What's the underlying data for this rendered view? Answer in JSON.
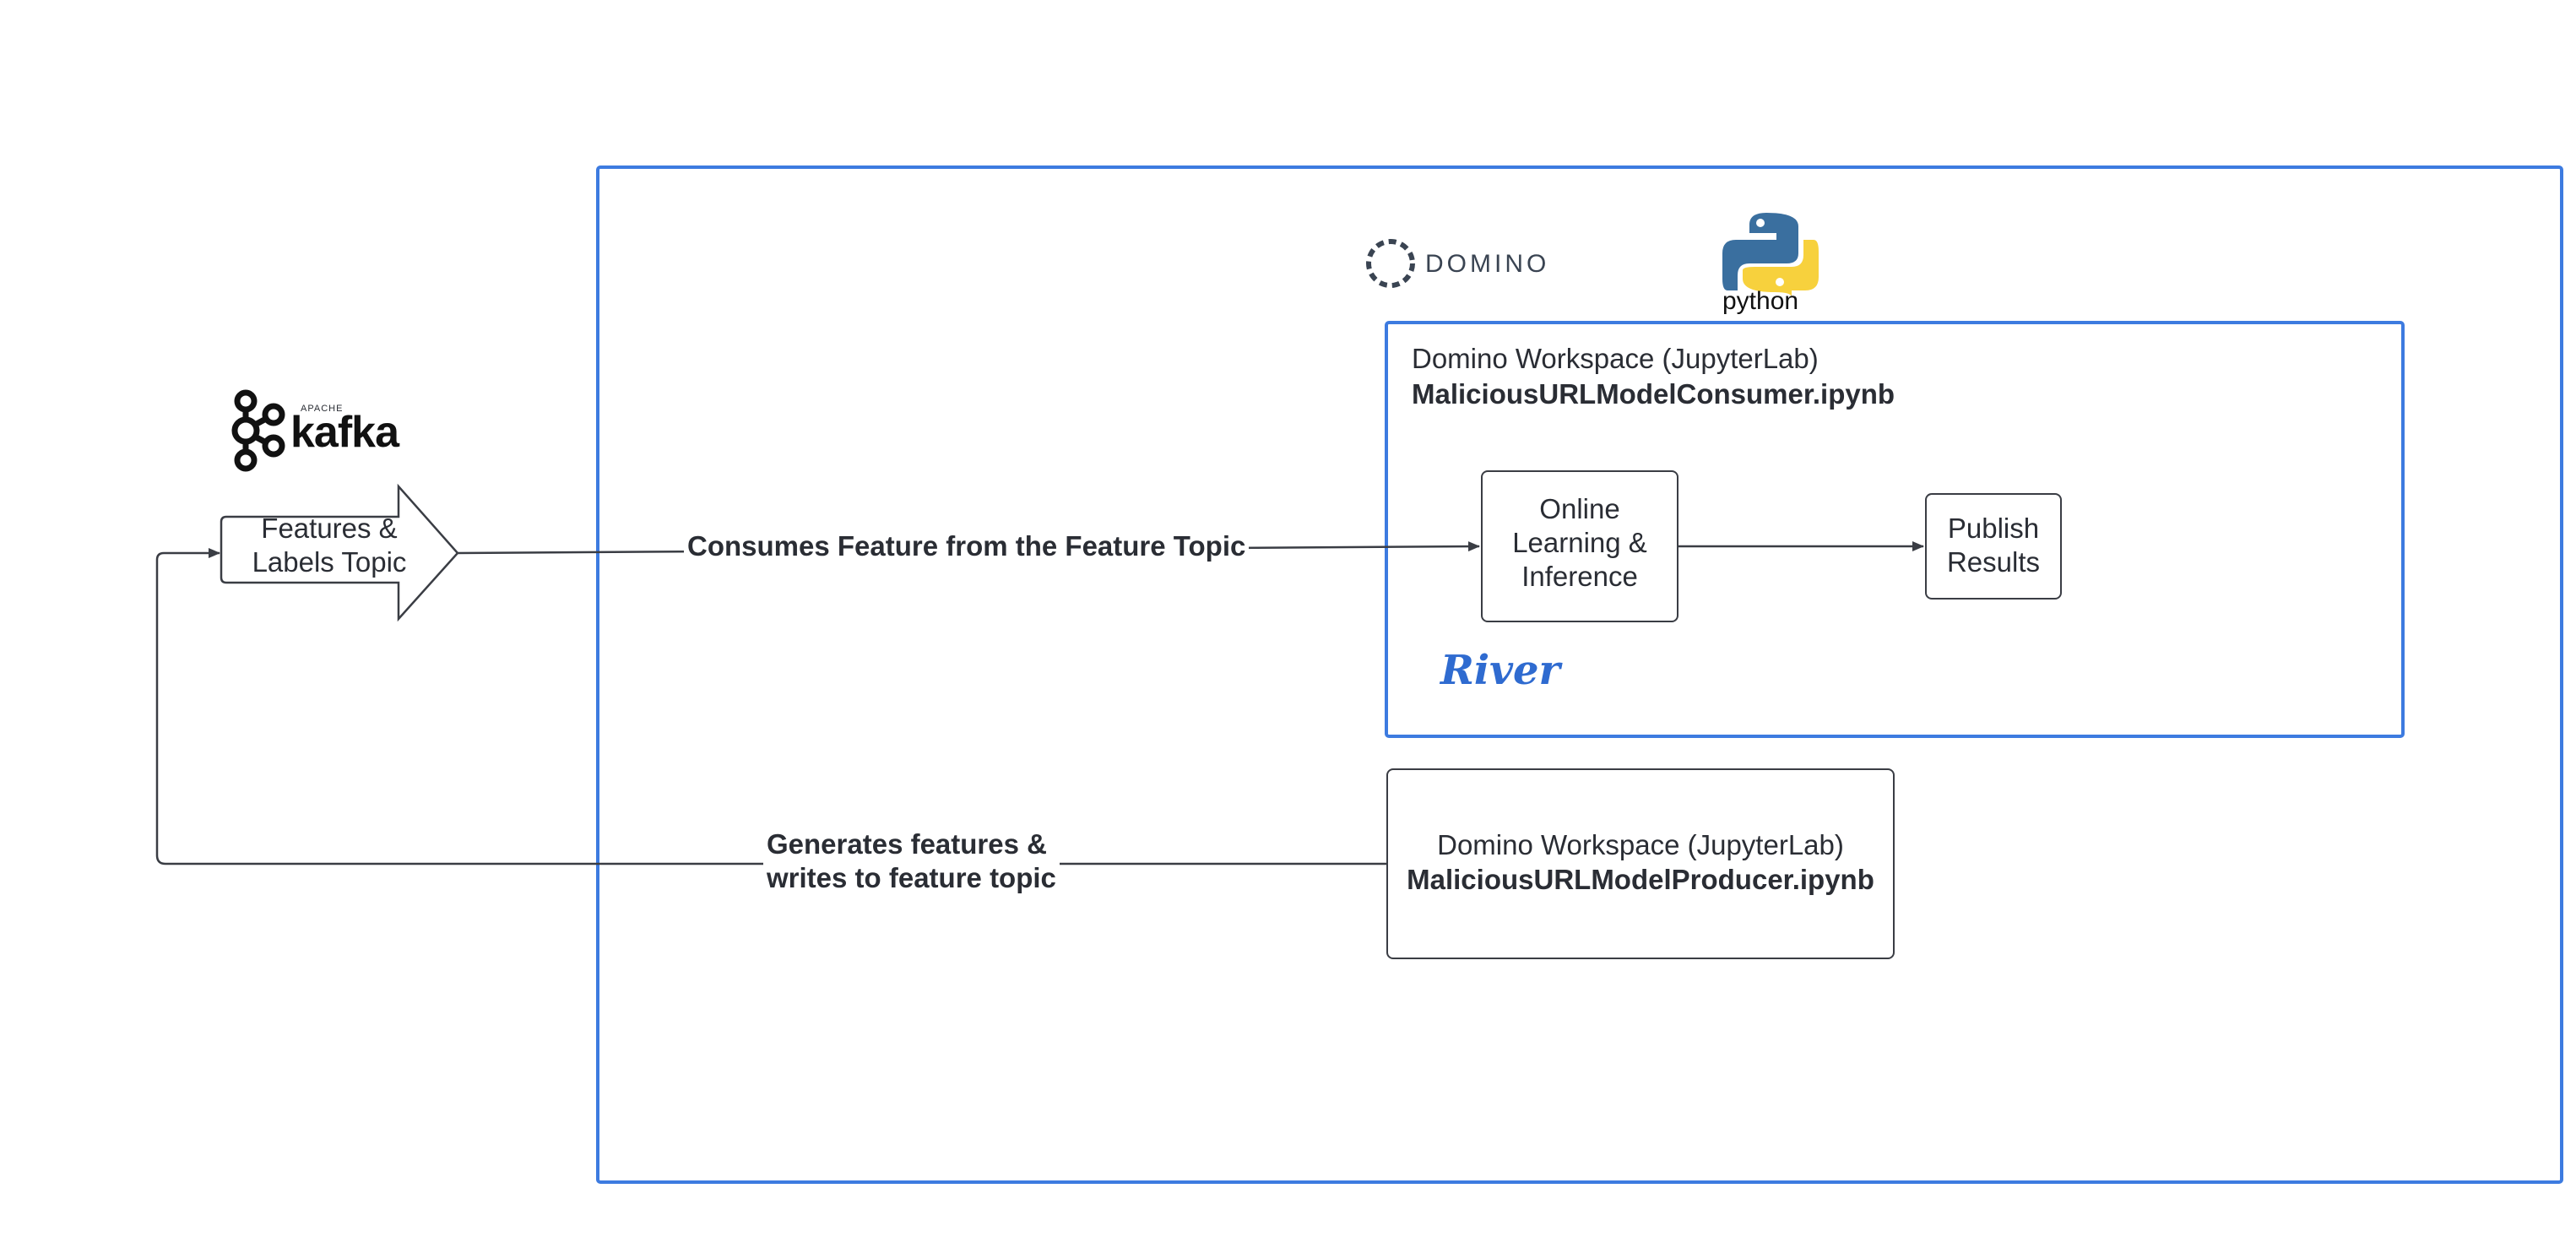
{
  "logos": {
    "kafka": {
      "prefix": "APACHE",
      "name": "kafka"
    },
    "domino": {
      "name": "DOMINO"
    },
    "python": {
      "name": "python"
    },
    "river": {
      "name": "River"
    }
  },
  "nodes": {
    "topic": {
      "line1": "Features &",
      "line2": "Labels Topic"
    },
    "consumer": {
      "title": "Domino Workspace (JupyterLab)",
      "filename": "MaliciousURLModelConsumer.ipynb"
    },
    "online": {
      "line1": "Online",
      "line2": "Learning &",
      "line3": "Inference"
    },
    "publish": {
      "line1": "Publish",
      "line2": "Results"
    },
    "producer": {
      "title": "Domino Workspace (JupyterLab)",
      "filename": "MaliciousURLModelProducer.ipynb"
    }
  },
  "edges": {
    "consumes": "Consumes Feature from the Feature Topic",
    "generates": {
      "line1": "Generates features &",
      "line2": "writes to feature topic"
    }
  },
  "colors": {
    "blue_frame": "#3d7be0",
    "stroke": "#3a3d44",
    "river_blue": "#2f6bd0",
    "python_blue": "#3a6f9f",
    "python_yellow": "#f7d13d"
  }
}
